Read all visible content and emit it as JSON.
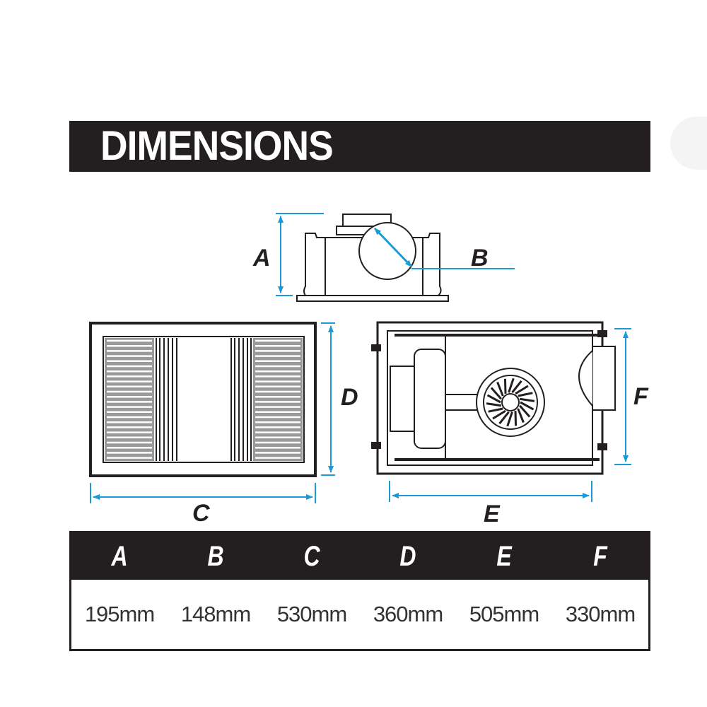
{
  "header": {
    "title": "DIMENSIONS"
  },
  "diagram": {
    "labels": {
      "A": "A",
      "B": "B",
      "C": "C",
      "D": "D",
      "E": "E",
      "F": "F"
    },
    "dimension_line_color": "#1a9ad6",
    "views": [
      "side-view",
      "front-grille-view",
      "top-internal-view"
    ]
  },
  "table": {
    "headers": [
      "A",
      "B",
      "C",
      "D",
      "E",
      "F"
    ],
    "values": [
      "195mm",
      "148mm",
      "530mm",
      "360mm",
      "505mm",
      "330mm"
    ]
  }
}
